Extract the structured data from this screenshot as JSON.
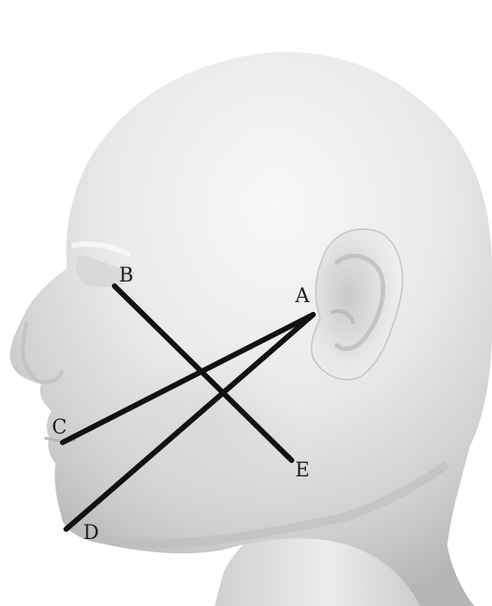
{
  "labels": {
    "a": "A",
    "b": "B",
    "c": "C",
    "d": "D",
    "e": "E"
  },
  "lines": [
    {
      "from": "B",
      "to": "E"
    },
    {
      "from": "A",
      "to": "C"
    },
    {
      "from": "A",
      "to": "D"
    }
  ],
  "colors": {
    "background": "#ffffff",
    "head_light": "#f4f4f4",
    "head_mid": "#d9d9d9",
    "head_shadow": "#a9a9a9",
    "line": "#111111"
  }
}
